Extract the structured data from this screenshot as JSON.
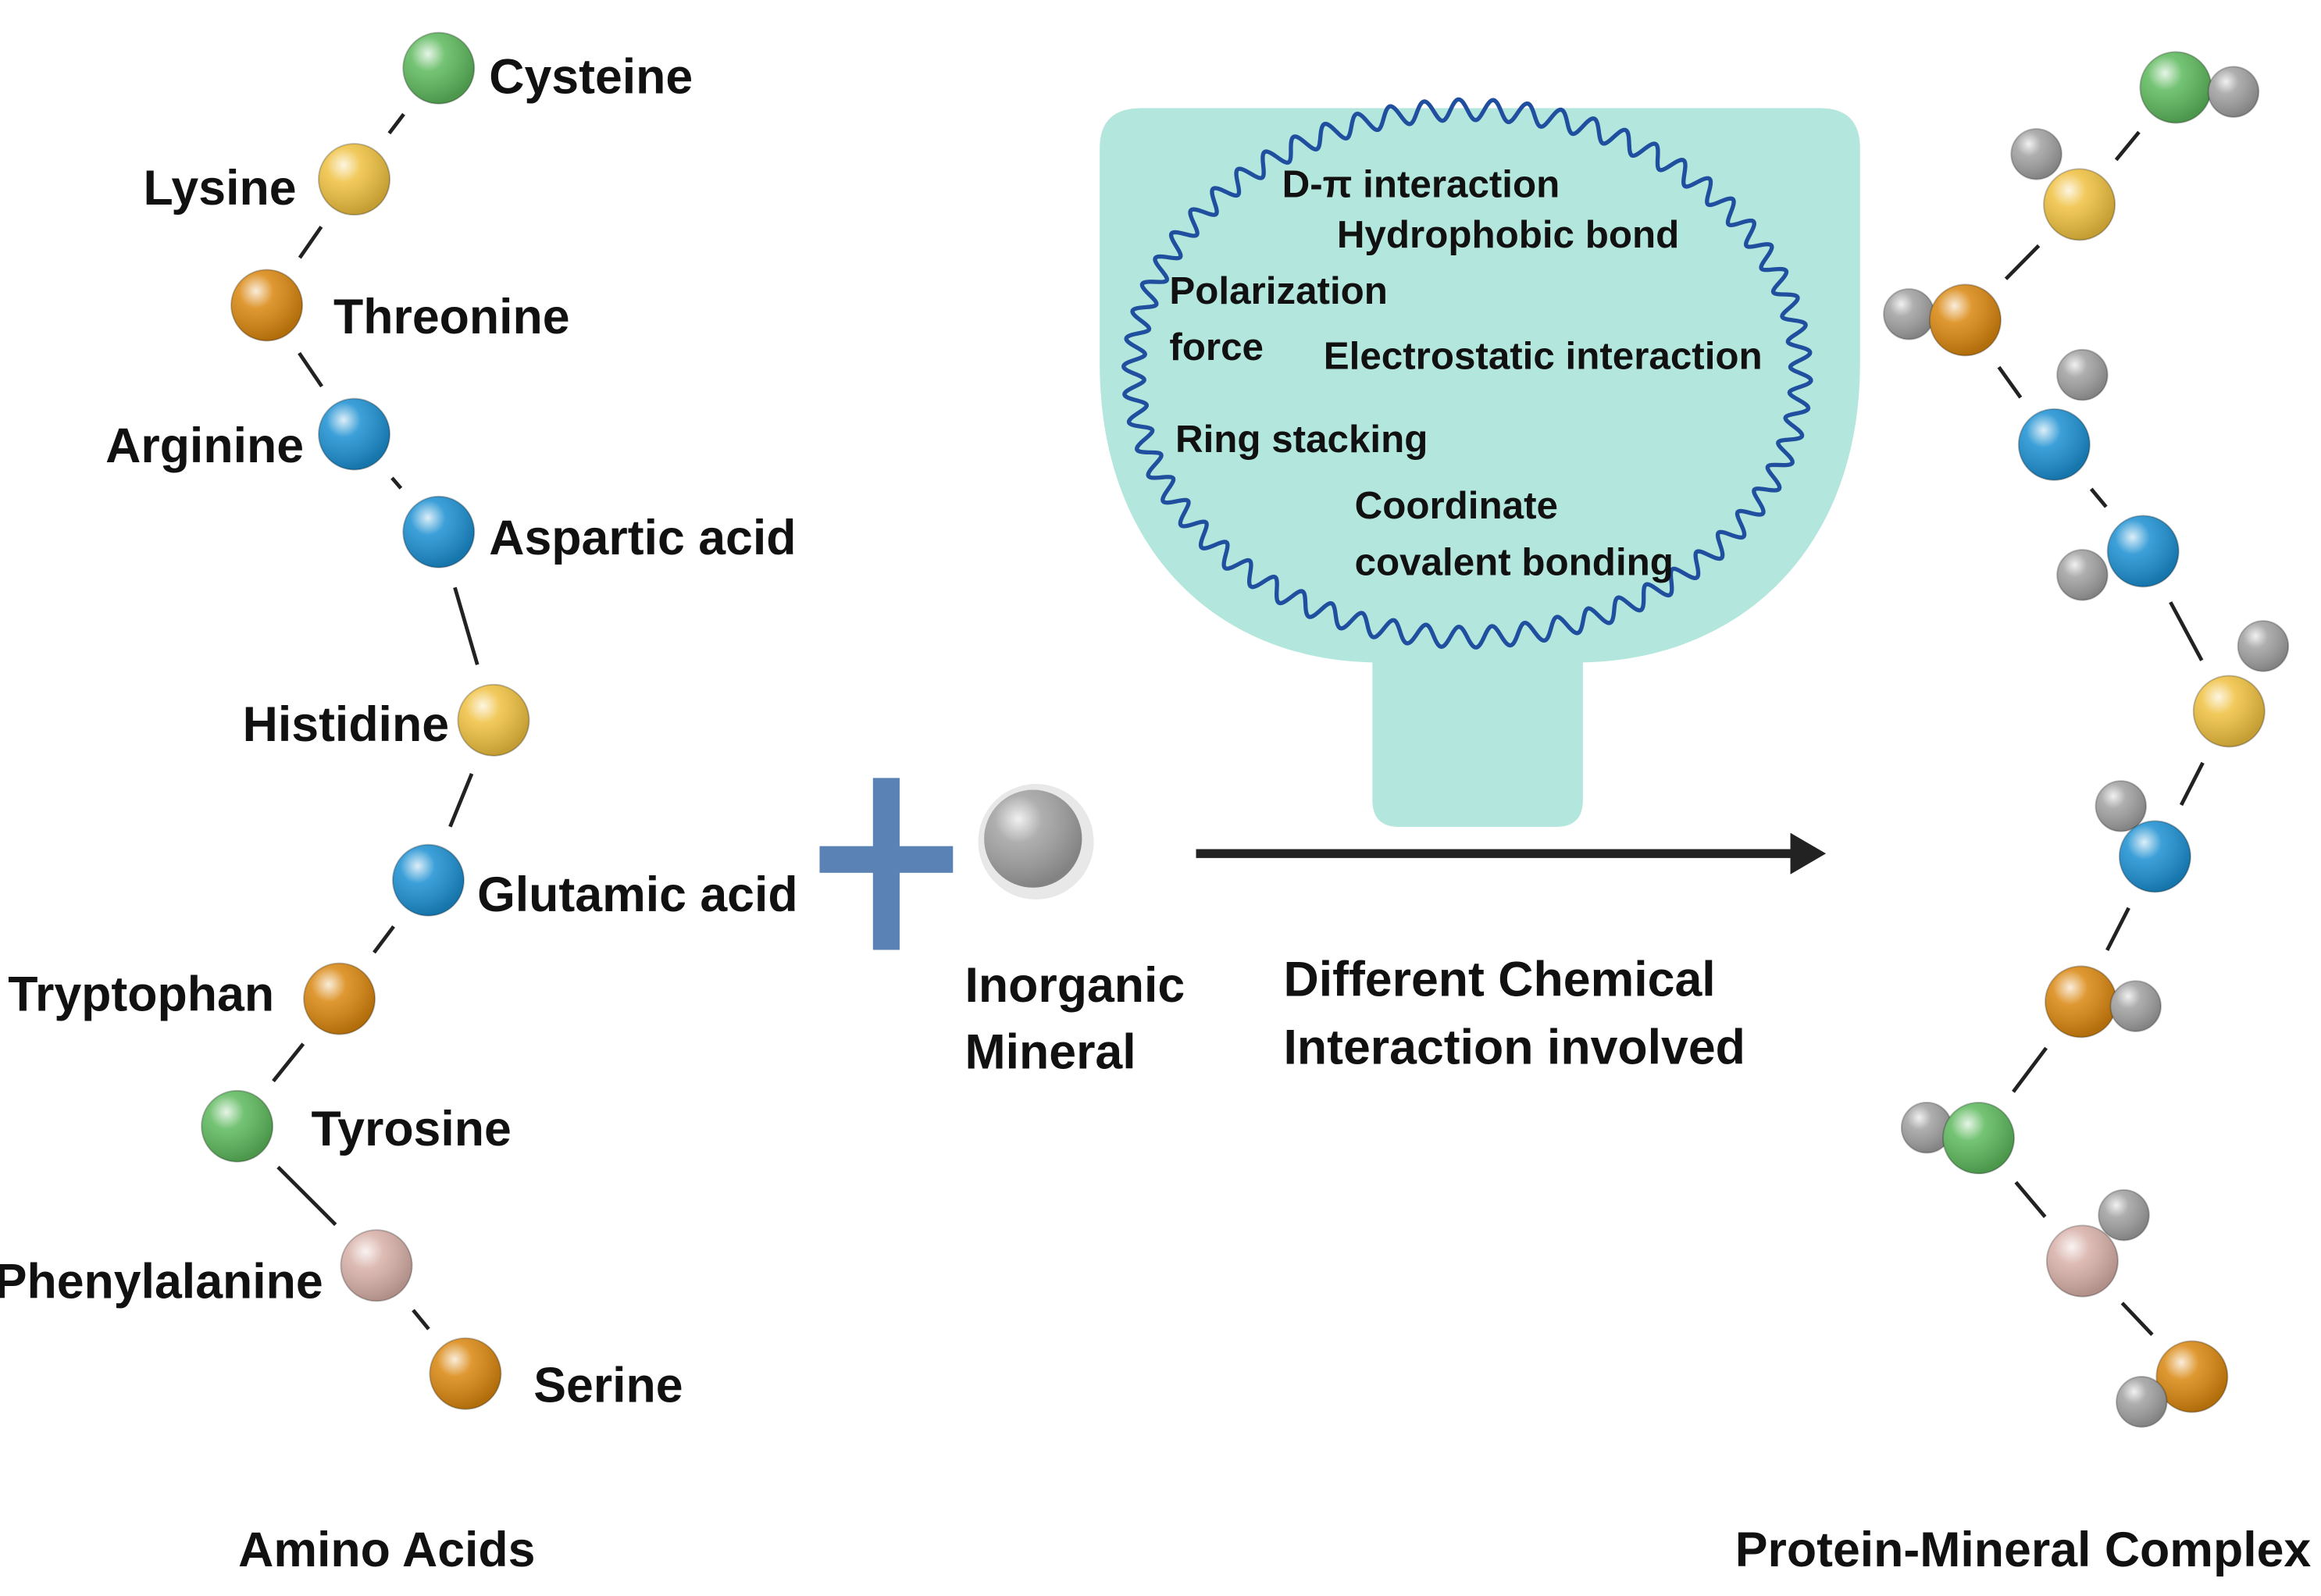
{
  "amino_acids": {
    "caption": "Amino Acids",
    "items": [
      {
        "name": "Cysteine",
        "color": "#5cb85c"
      },
      {
        "name": "Lysine",
        "color": "#efc03f"
      },
      {
        "name": "Threonine",
        "color": "#d9860e"
      },
      {
        "name": "Arginine",
        "color": "#1b8fd1"
      },
      {
        "name": "Aspartic acid",
        "color": "#1b8fd1"
      },
      {
        "name": "Histidine",
        "color": "#efc03f"
      },
      {
        "name": "Glutamic acid",
        "color": "#1b8fd1"
      },
      {
        "name": "Tryptophan",
        "color": "#d9860e"
      },
      {
        "name": "Tyrosine",
        "color": "#5cb85c"
      },
      {
        "name": "Phenylalanine",
        "color": "#d8b0a8"
      },
      {
        "name": "Serine",
        "color": "#d9860e"
      }
    ]
  },
  "plus_color": "#5b82b5",
  "mineral": {
    "line1": "Inorganic",
    "line2": "Mineral",
    "color": "#a0a0a0"
  },
  "interactions": {
    "panel_color": "#b3e6dc",
    "wave_color": "#1f4f9e",
    "items": [
      "D-π interaction",
      "Hydrophobic bond",
      "Polarization",
      "force",
      "Electrostatic interaction",
      "Ring stacking",
      "Coordinate",
      "covalent bonding"
    ]
  },
  "arrow": {
    "line1": "Different Chemical",
    "line2": "Interaction involved"
  },
  "complex": {
    "caption": "Protein-Mineral Complex"
  }
}
